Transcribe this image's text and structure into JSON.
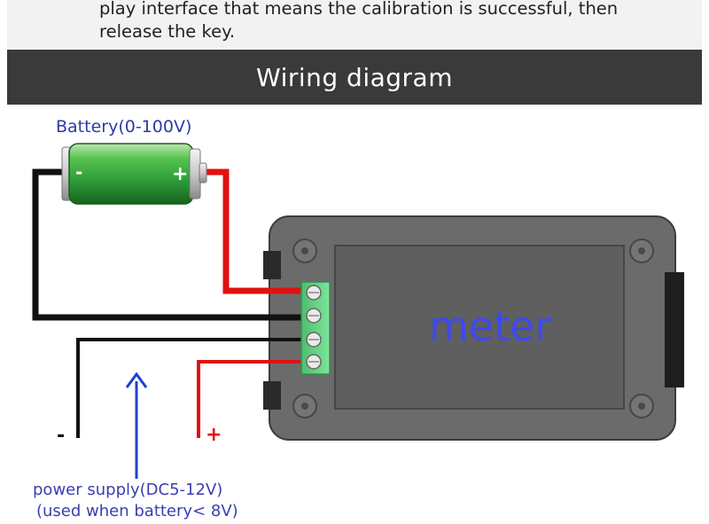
{
  "instructions": {
    "line1": "play interface that means the calibration is successful, then",
    "line2": "release the key."
  },
  "section": {
    "title": "Wiring diagram"
  },
  "diagram": {
    "battery_label": "Battery(0-100V)",
    "battery_minus": "-",
    "battery_plus": "+",
    "meter_label": "meter",
    "supply_minus": "-",
    "supply_plus": "+",
    "supply_label_line1": "power supply(DC5-12V)",
    "supply_label_line2": "(used when battery< 8V)"
  },
  "colors": {
    "title_bar": "#3a3a3a",
    "wire_red": "#e01010",
    "wire_black": "#111111",
    "battery_green": "#2f9e3a",
    "meter_body": "#6b6b6b",
    "terminal_green": "#58c978",
    "arrow_blue": "#1f3fd0"
  }
}
